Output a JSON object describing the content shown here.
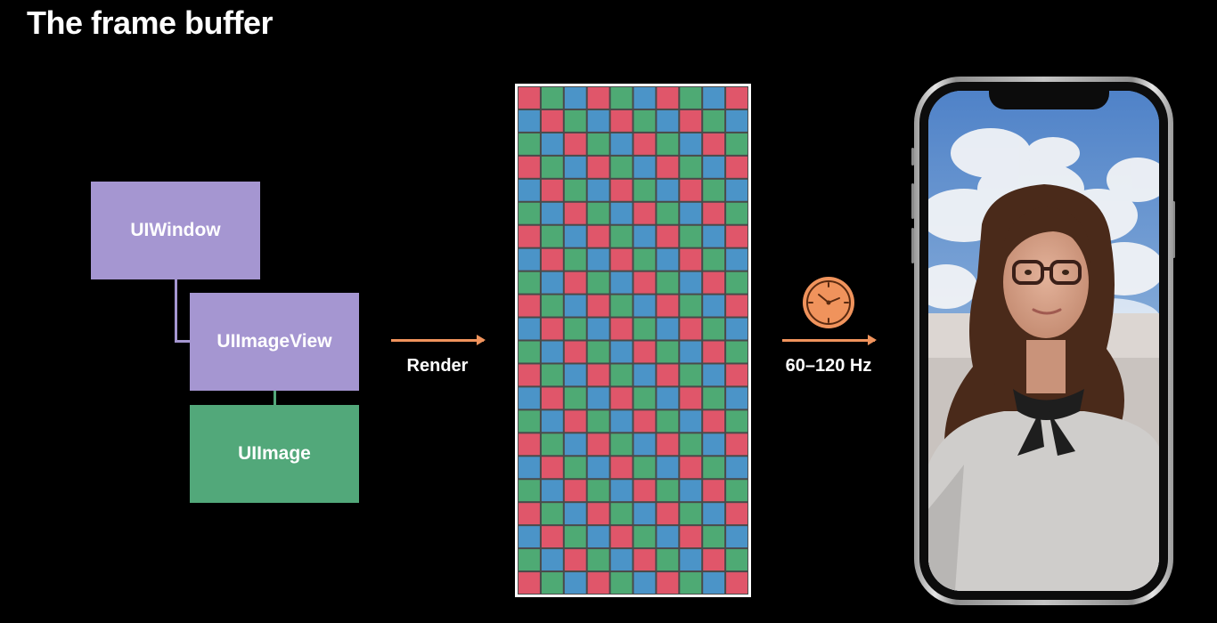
{
  "slide": {
    "title": "The frame buffer"
  },
  "hierarchy": {
    "window_label": "UIWindow",
    "image_view_label": "UIImageView",
    "image_label": "UIImage",
    "colors": {
      "view_box": "#a596d1",
      "image_box": "#52a87a"
    }
  },
  "render_arrow": {
    "label": "Render",
    "color": "#f0935c"
  },
  "frame_buffer": {
    "columns": 10,
    "rows": 22,
    "pixel_colors": [
      "#e0566a",
      "#4eaa74",
      "#4b94c8"
    ],
    "border_color": "#ffffff"
  },
  "display_arrow": {
    "label": "60–120 Hz",
    "icon": "clock-icon",
    "color": "#f0935c"
  },
  "device": {
    "icon": "iphone-device",
    "screen_content": "portrait-photo"
  }
}
